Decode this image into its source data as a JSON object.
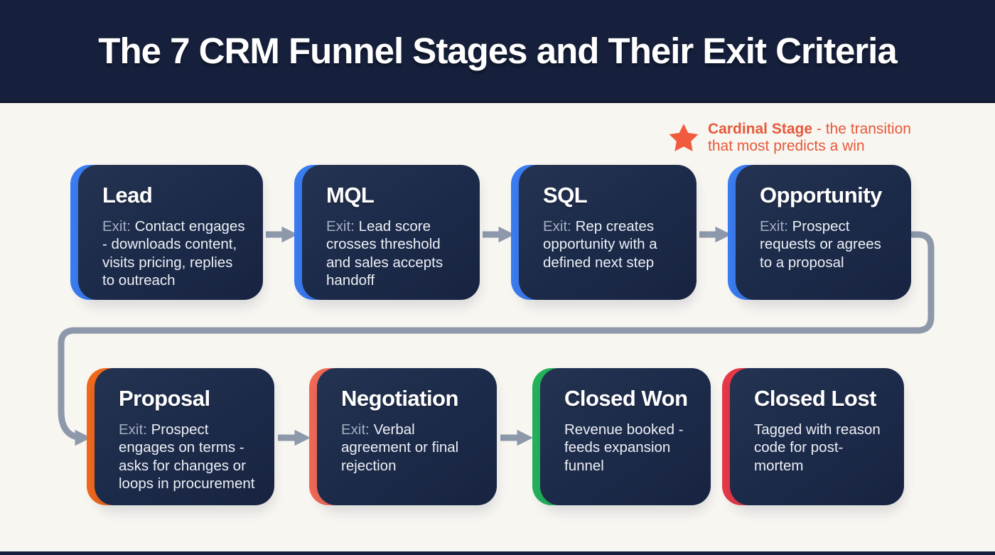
{
  "header": {
    "title": "The 7 CRM Funnel Stages and Their Exit Criteria"
  },
  "legend": {
    "icon": "star-icon",
    "term": "Cardinal Stage",
    "rest": " - the transition that most predicts a win",
    "color": "#e6593a",
    "star_color": "#f05b3e"
  },
  "stages": [
    {
      "name": "Lead",
      "exit_label": "Exit:",
      "exit_text": " Contact engages - downloads content, visits pricing, replies to outreach",
      "accent": "#3b7df2"
    },
    {
      "name": "MQL",
      "exit_label": "Exit:",
      "exit_text": " Lead score crosses threshold and sales accepts handoff",
      "accent": "#3b7df2"
    },
    {
      "name": "SQL",
      "exit_label": "Exit:",
      "exit_text": " Rep creates opportunity with a defined next step",
      "accent": "#3b7df2"
    },
    {
      "name": "Opportunity",
      "exit_label": "Exit:",
      "exit_text": " Prospect requests or agrees to a proposal",
      "accent": "#3b7df2"
    },
    {
      "name": "Proposal",
      "exit_label": "Exit:",
      "exit_text": " Prospect engages on terms - asks for changes or loops in procurement",
      "accent": "#f2691d"
    },
    {
      "name": "Negotiation",
      "exit_label": "Exit:",
      "exit_text": " Verbal agreement or final rejection",
      "accent": "#f36a55"
    },
    {
      "name": "Closed Won",
      "exit_label": "",
      "exit_text": "Revenue booked - feeds expansion funnel",
      "accent": "#25b35b"
    },
    {
      "name": "Closed Lost",
      "exit_label": "",
      "exit_text": "Tagged with reason code for post-mortem",
      "accent": "#e83947"
    }
  ],
  "colors": {
    "header_bg": "#16203c",
    "canvas_bg": "#f8f6f1",
    "card_bg": "#1c2a49",
    "arrow": "#8d98ab",
    "card_text": "#eceff5",
    "exit_label_text": "#a4aec2"
  }
}
